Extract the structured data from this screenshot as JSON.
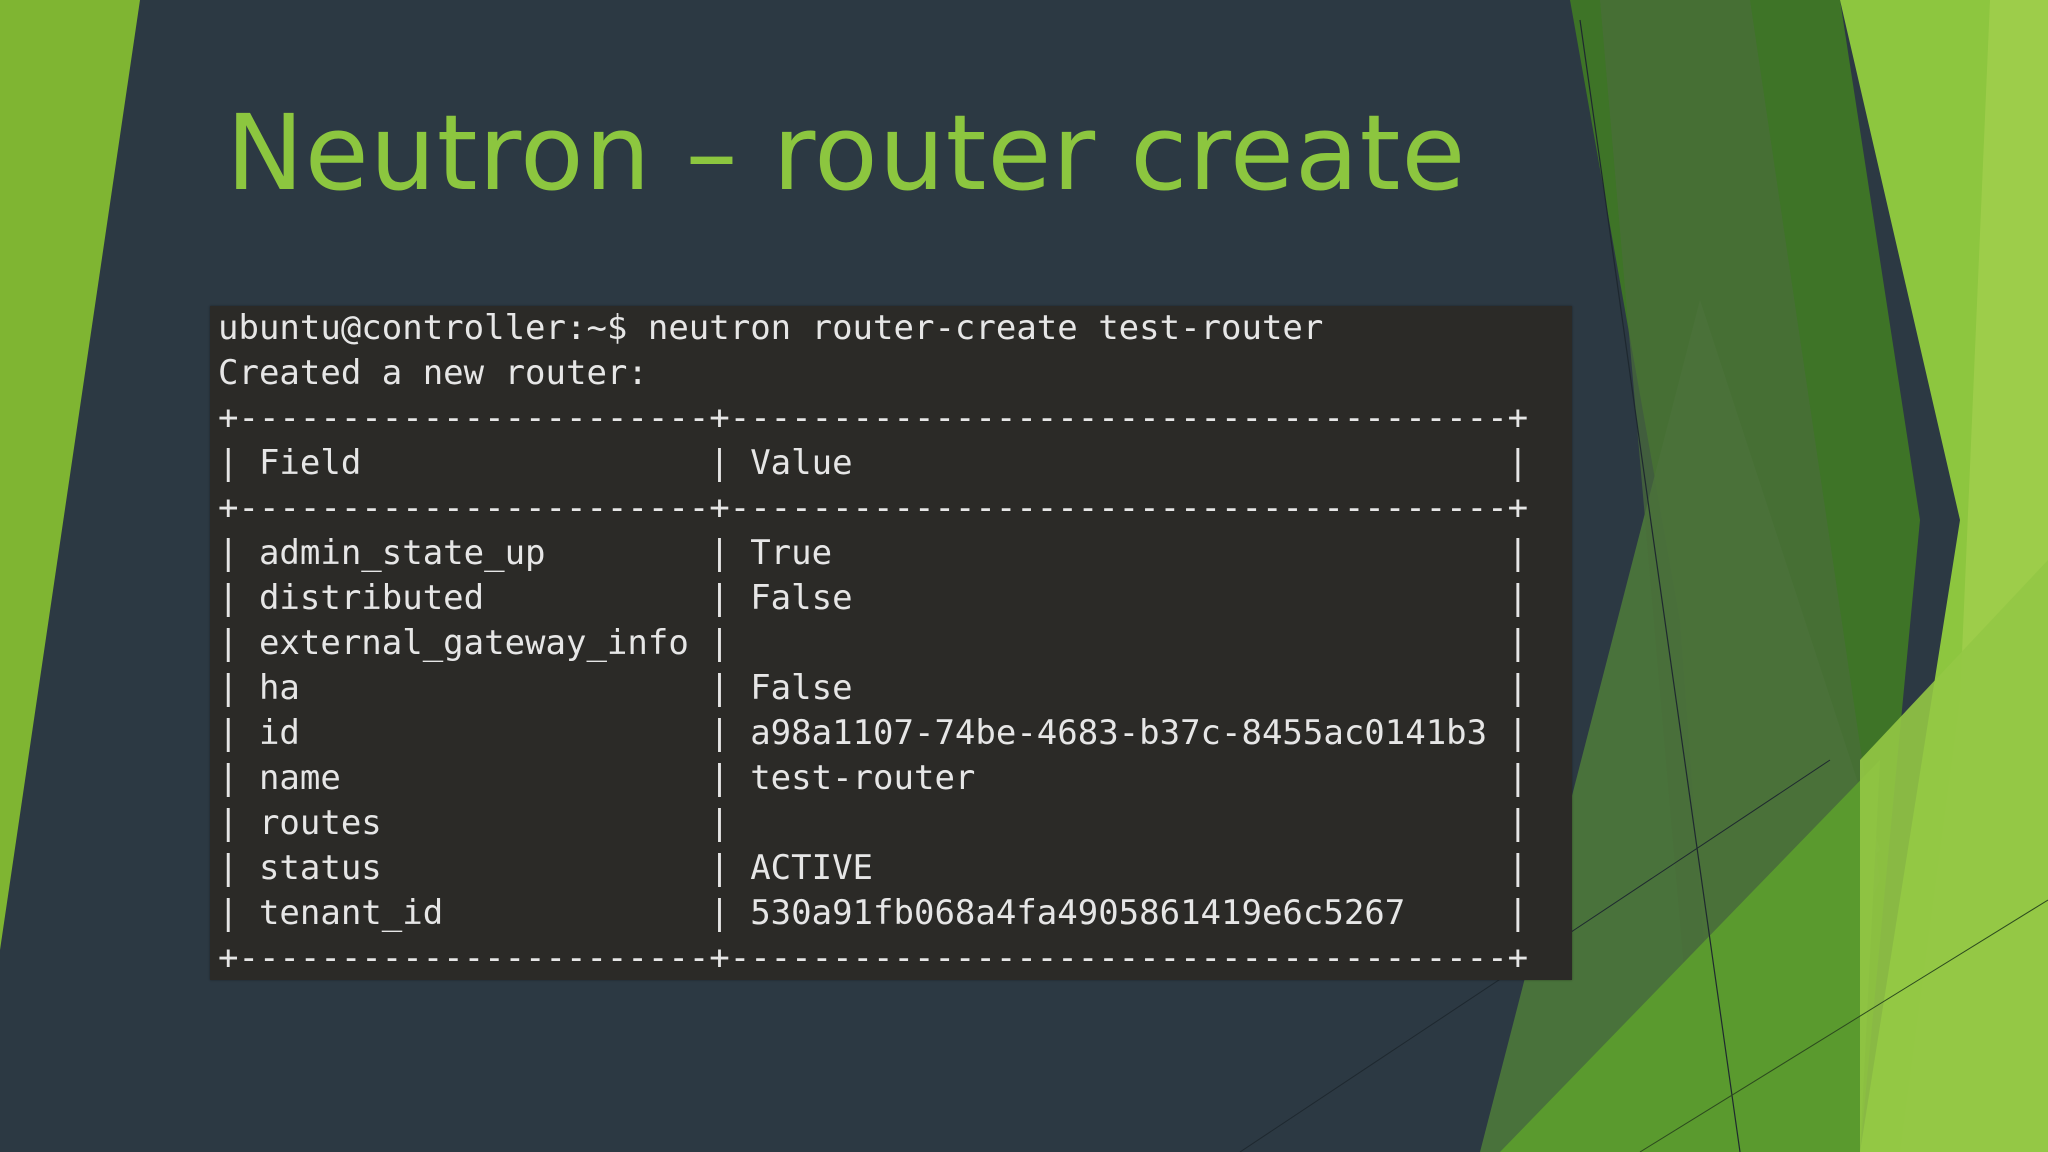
{
  "slide": {
    "title": "Neutron – router create"
  },
  "terminal": {
    "lines": [
      "ubuntu@controller:~$ neutron router-create test-router",
      "Created a new router:",
      "+-----------------------+--------------------------------------+",
      "| Field                 | Value                                |",
      "+-----------------------+--------------------------------------+",
      "| admin_state_up        | True                                 |",
      "| distributed           | False                                |",
      "| external_gateway_info |                                      |",
      "| ha                    | False                                |",
      "| id                    | a98a1107-74be-4683-b37c-8455ac0141b3 |",
      "| name                  | test-router                          |",
      "| routes                |                                      |",
      "| status                | ACTIVE                               |",
      "| tenant_id             | 530a91fb068a4fa4905861419e6c5267     |",
      "+-----------------------+--------------------------------------+"
    ]
  },
  "colors": {
    "background": "#2c3943",
    "title": "#8cc63f",
    "terminal_bg": "#2b2a27",
    "terminal_text": "#e6e6e6",
    "accent_green_light": "#8fc43a",
    "accent_green_dark": "#3f7a26"
  }
}
